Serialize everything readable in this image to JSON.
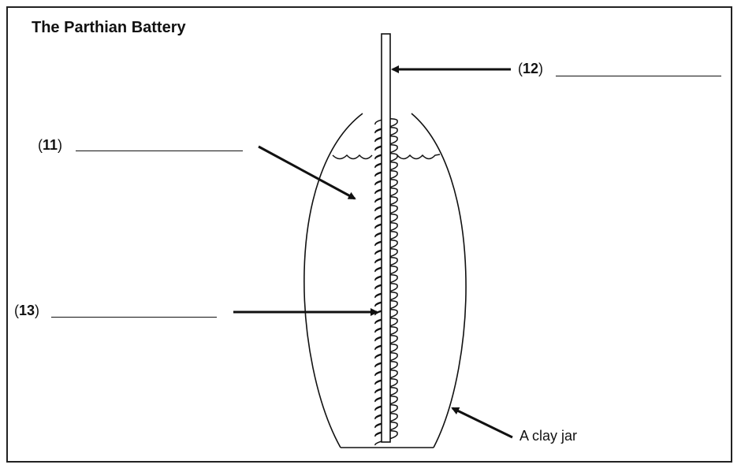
{
  "title": "The Parthian Battery",
  "questions": [
    {
      "open": "(",
      "number": "11",
      "close": ")"
    },
    {
      "open": "(",
      "number": "12",
      "close": ")"
    },
    {
      "open": "(",
      "number": "13",
      "close": ")"
    }
  ],
  "jar_label": "A clay jar",
  "colors": {
    "ink": "#111111",
    "frame": "#222222",
    "background": "#ffffff"
  }
}
